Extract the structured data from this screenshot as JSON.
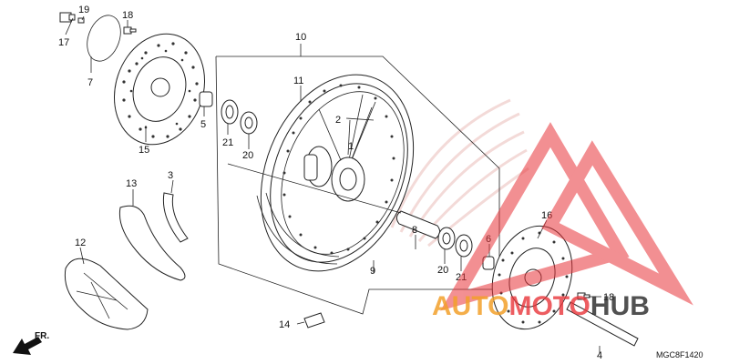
{
  "diagram_code": "MGC8F1420",
  "front_indicator": "FR.",
  "watermark": {
    "brand_part1": "AUTO",
    "brand_part2": "MOTO",
    "brand_part3": "HUB",
    "color_red": "#e9343a",
    "color_orange": "#f2a02a",
    "color_dark": "#333333"
  },
  "callouts": {
    "c1": "1",
    "c2": "2",
    "c3": "3",
    "c4": "4",
    "c5": "5",
    "c6": "6",
    "c7": "7",
    "c8": "8",
    "c9": "9",
    "c10": "10",
    "c11": "11",
    "c12": "12",
    "c13": "13",
    "c14": "14",
    "c15": "15",
    "c16": "16",
    "c17": "17",
    "c18a": "18",
    "c18b": "18",
    "c19": "19",
    "c20a": "20",
    "c20b": "20",
    "c21a": "21",
    "c21b": "21"
  }
}
